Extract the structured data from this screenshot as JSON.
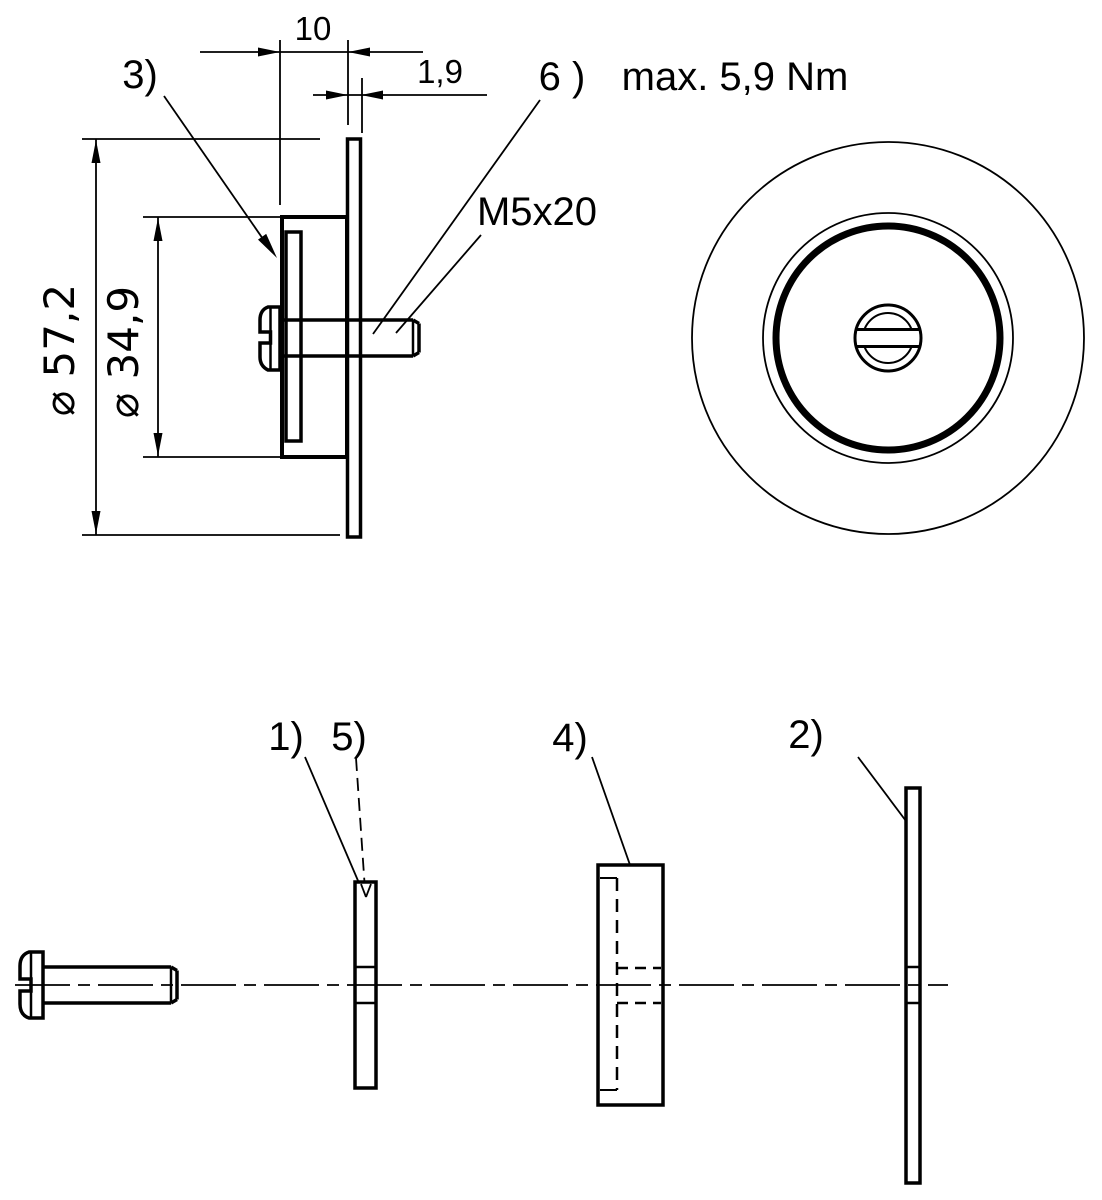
{
  "colors": {
    "line": "#000000",
    "background": "#ffffff"
  },
  "side_view": {
    "dims": {
      "body_depth": "10",
      "plate_thickness": "1,9",
      "outer_diameter": "⌀ 57,2",
      "flange_diameter": "⌀ 34,9"
    },
    "refs": {
      "item3": "3)",
      "item6": "6 )"
    },
    "thread_spec": "M5x20",
    "torque_note": "max. 5,9 Nm"
  },
  "exploded_view": {
    "refs": {
      "item1": "1)",
      "item5": "5)",
      "item4": "4)",
      "item2": "2)"
    }
  }
}
